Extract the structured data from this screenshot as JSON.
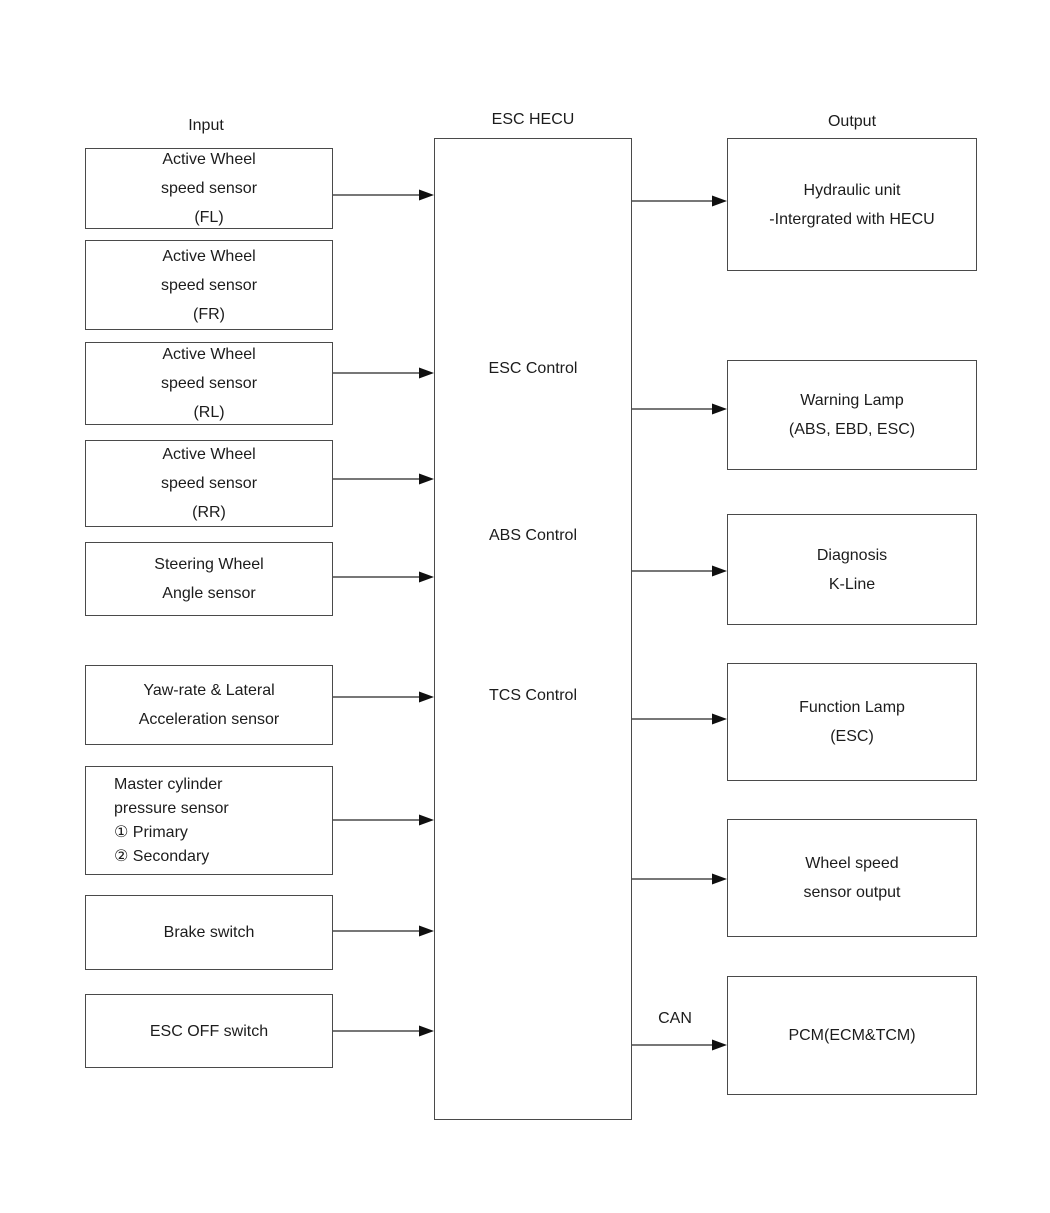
{
  "headers": {
    "input": "Input",
    "hecu": "ESC HECU",
    "output": "Output"
  },
  "inputs": [
    {
      "lines": [
        "Active Wheel",
        "speed sensor",
        "(FL)"
      ]
    },
    {
      "lines": [
        "Active Wheel",
        "speed sensor",
        "(FR)"
      ]
    },
    {
      "lines": [
        "Active Wheel",
        "speed sensor",
        "(RL)"
      ]
    },
    {
      "lines": [
        "Active Wheel",
        "speed sensor",
        "(RR)"
      ]
    },
    {
      "lines": [
        "Steering Wheel",
        "Angle sensor"
      ]
    },
    {
      "lines": [
        "Yaw-rate & Lateral",
        "Acceleration sensor"
      ]
    },
    {
      "lines": [
        "Master cylinder",
        "pressure sensor",
        "① Primary",
        "② Secondary"
      ]
    },
    {
      "lines": [
        "Brake switch"
      ]
    },
    {
      "lines": [
        "ESC OFF switch"
      ]
    }
  ],
  "hecu_functions": [
    "ESC Control",
    "ABS Control",
    "TCS Control"
  ],
  "outputs": [
    {
      "lines": [
        "Hydraulic unit",
        "-Intergrated with HECU"
      ]
    },
    {
      "lines": [
        "Warning Lamp",
        "(ABS, EBD, ESC)"
      ]
    },
    {
      "lines": [
        "Diagnosis",
        "K-Line"
      ]
    },
    {
      "lines": [
        "Function Lamp",
        "(ESC)"
      ]
    },
    {
      "lines": [
        "Wheel speed",
        "sensor output"
      ]
    },
    {
      "lines": [
        "PCM(ECM&TCM)"
      ]
    }
  ],
  "bus_label": "CAN",
  "colors": {
    "background": "#ffffff",
    "border": "#4a4a4a",
    "wire": "#4a4a4a",
    "arrowhead": "#101010",
    "text": "#1c1c1c"
  }
}
